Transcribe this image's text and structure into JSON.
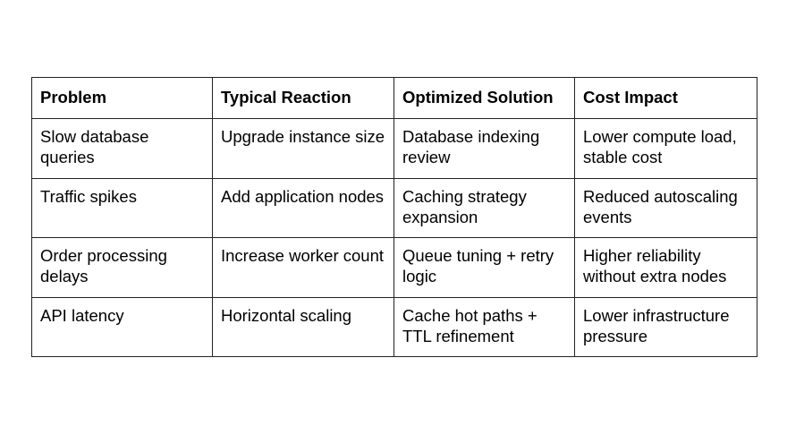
{
  "table": {
    "headers": [
      "Problem",
      "Typical Reaction",
      "Optimized Solution",
      "Cost Impact"
    ],
    "rows": [
      [
        "Slow database queries",
        "Upgrade instance size",
        "Database indexing review",
        "Lower compute load, stable cost"
      ],
      [
        "Traffic spikes",
        "Add application nodes",
        "Caching strategy expansion",
        "Reduced autoscaling events"
      ],
      [
        "Order processing delays",
        "Increase worker count",
        "Queue tuning + retry logic",
        "Higher reliability without extra nodes"
      ],
      [
        "API latency",
        "Horizontal scaling",
        "Cache hot paths + TTL refinement",
        "Lower infrastructure pressure"
      ]
    ]
  }
}
